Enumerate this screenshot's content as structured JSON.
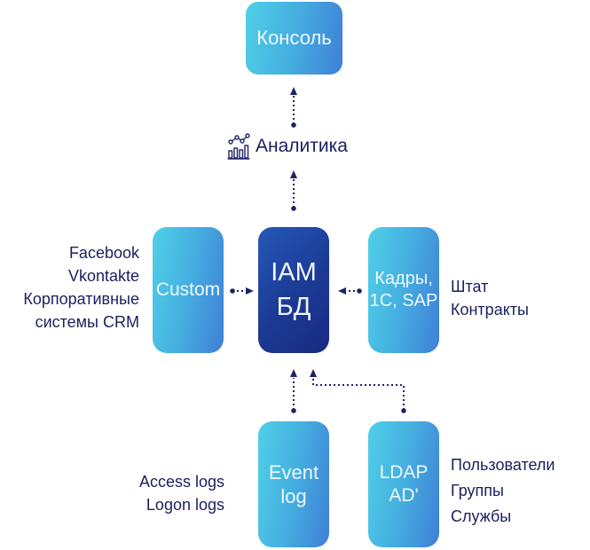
{
  "nodes": {
    "console": {
      "lines": [
        "Консоль"
      ]
    },
    "iam": {
      "lines": [
        "IAM",
        "БД"
      ]
    },
    "custom": {
      "lines": [
        "Custom"
      ]
    },
    "kadry": {
      "lines": [
        "Кадры,",
        "1C, SAP"
      ]
    },
    "eventlog": {
      "lines": [
        "Event",
        "log"
      ]
    },
    "ldap": {
      "lines": [
        "LDAP",
        "AD'"
      ]
    }
  },
  "analytics": {
    "label": "Аналитика",
    "icon": "analytics-chart-icon"
  },
  "labels": {
    "custom_sources": [
      "Facebook",
      "Vkontakte",
      "Корпоративные",
      "системы CRM"
    ],
    "kadry_sources": [
      "Штат",
      "Контракты"
    ],
    "event_sources": [
      "Access logs",
      "Logon logs"
    ],
    "ldap_sources": [
      "Пользователи",
      "Группы",
      "Службы"
    ]
  },
  "edges": [
    {
      "from": "iam",
      "to": "analytics",
      "style": "dotted",
      "arrow": "to"
    },
    {
      "from": "analytics",
      "to": "console",
      "style": "dotted",
      "arrow": "to"
    },
    {
      "from": "custom",
      "to": "iam",
      "style": "dotted",
      "arrow": "to"
    },
    {
      "from": "kadry",
      "to": "iam",
      "style": "dotted",
      "arrow": "to"
    },
    {
      "from": "eventlog",
      "to": "iam",
      "style": "dotted",
      "arrow": "to"
    },
    {
      "from": "ldap",
      "to": "iam",
      "style": "dotted",
      "arrow": "to"
    }
  ],
  "colors": {
    "text_dark": "#1b1f5e",
    "connector": "#1e2466",
    "box_light_start": "#4fd0e8",
    "box_light_end": "#3f7fd6",
    "box_dark_start": "#2558b8",
    "box_dark_end": "#1a2a80"
  }
}
